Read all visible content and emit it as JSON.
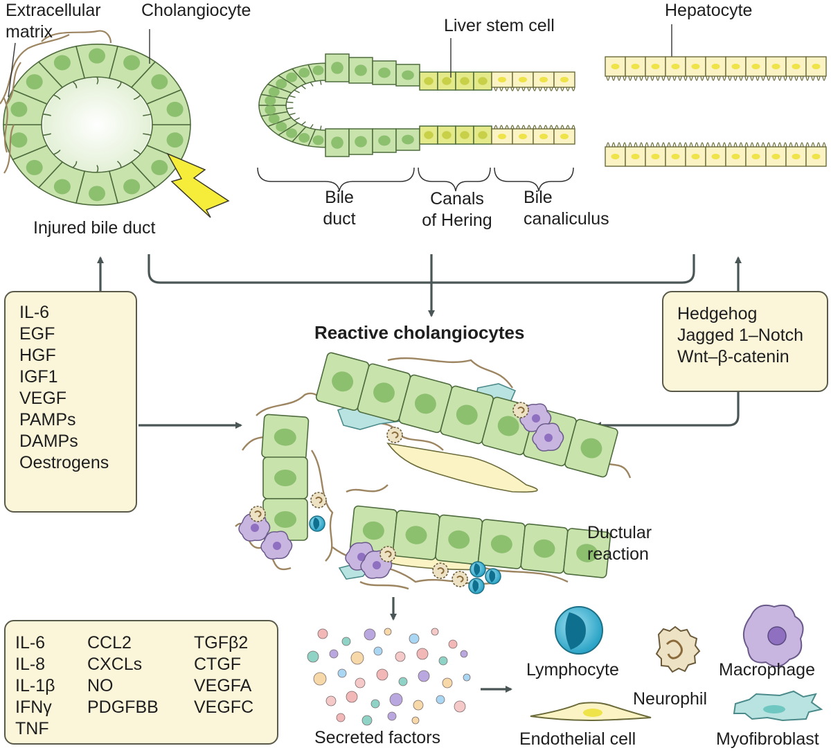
{
  "top": {
    "extracellular_matrix": [
      "Extracellular",
      "matrix"
    ],
    "cholangiocyte": "Cholangiocyte",
    "injured_bile_duct": "Injured bile duct",
    "liver_stem_cell": "Liver stem cell",
    "hepatocyte": "Hepatocyte",
    "bile_duct": [
      "Bile",
      "duct"
    ],
    "canals_of_hering": [
      "Canals",
      "of Hering"
    ],
    "bile_canaliculus": [
      "Bile",
      "canaliculus"
    ]
  },
  "middle": {
    "reactive_cholangiocytes": "Reactive cholangiocytes",
    "ductular_reaction": [
      "Ductular",
      "reaction"
    ]
  },
  "left_box": [
    "IL-6",
    "EGF",
    "HGF",
    "IGF1",
    "VEGF",
    "PAMPs",
    "DAMPs",
    "Oestrogens"
  ],
  "right_box": [
    "Hedgehog",
    "Jagged 1–Notch",
    "Wnt–β-catenin"
  ],
  "bottom_box": {
    "col1": [
      "IL-6",
      "IL-8",
      "IL-1β",
      "IFNγ",
      "TNF"
    ],
    "col2": [
      "CCL2",
      "CXCLs",
      "NO",
      "PDGFBB"
    ],
    "col3": [
      "TGFβ2",
      "CTGF",
      "VEGFA",
      "VEGFC"
    ]
  },
  "legend": {
    "secreted_factors": "Secreted factors",
    "lymphocyte": "Lymphocyte",
    "neurophil": "Neurophil",
    "macrophage": "Macrophage",
    "endothelial_cell": "Endothelial cell",
    "myofibroblast": "Myofibroblast"
  },
  "colors": {
    "cell_green": "#c9e3ad",
    "cell_nucleus": "#8cbf6e",
    "stem_yellow": "#e4ea8a",
    "hepatocyte_fill": "#fbf3c4",
    "box_fill": "#fbf6d9",
    "arrow": "#4a5555",
    "lymphocyte": "#3ab1d0",
    "macrophage": "#c9b6e0",
    "myofibroblast": "#b9e3e0",
    "fibre": "#9c8560",
    "lightning": "#f6ec3a"
  }
}
